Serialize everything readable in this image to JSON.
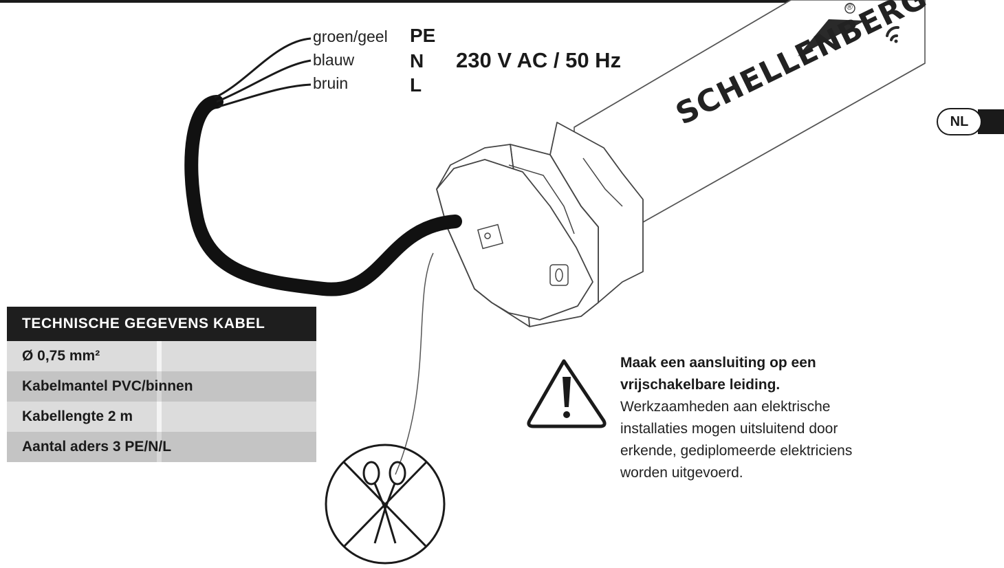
{
  "brand": {
    "name": "SCHELLENBERG",
    "registered_mark": "®"
  },
  "wires": [
    {
      "label": "groen/geel",
      "terminal": "PE"
    },
    {
      "label": "blauw",
      "terminal": "N"
    },
    {
      "label": "bruin",
      "terminal": "L"
    }
  ],
  "supply": {
    "voltage": "230 V AC / 50 Hz"
  },
  "language_badge": "NL",
  "spec_table": {
    "title": "TECHNISCHE GEGEVENS KABEL",
    "rows": [
      "Ø 0,75 mm²",
      "Kabelmantel PVC/binnen",
      "Kabellengte 2 m",
      "Aantal aders 3 PE/N/L"
    ]
  },
  "warning": {
    "title_line1": "Maak een aansluiting op een",
    "title_line2": "vrijschakelbare leiding.",
    "body_lines": [
      "Werkzaamheden aan elektrische",
      "installaties mogen uitsluitend door",
      "erkende, gediplomeerde elektriciens",
      "worden uitgevoerd."
    ]
  },
  "icons": {
    "warning": "warning-triangle-icon",
    "no_cut": "no-cutting-scissors-icon",
    "signal": "wireless-signal-icon"
  },
  "colors": {
    "ink": "#1a1a1a",
    "table_header": "#1e1e1e",
    "table_row_light": "#dcdcdc",
    "table_row_dark": "#c4c4c4"
  }
}
